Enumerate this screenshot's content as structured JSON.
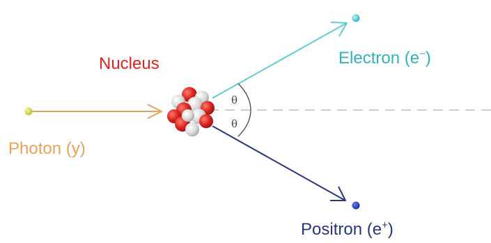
{
  "labels": {
    "nucleus": "Nucleus",
    "photon": "Photon (y)",
    "electron_prefix": "Electron (e",
    "electron_charge": "−",
    "electron_suffix": ")",
    "positron_prefix": "Positron (e",
    "positron_charge": "+",
    "positron_suffix": ")",
    "angle_upper": "θ",
    "angle_lower": "θ"
  },
  "colors": {
    "nucleus_label": "#e0231c",
    "photon": "#e8a25a",
    "photon_dot": "#c8cc1e",
    "electron": "#5ecfcf",
    "electron_dot": "#25c0c8",
    "positron": "#2a3580",
    "positron_dot": "#1c2fa8",
    "dashed_line": "#bdbdbd",
    "angle_arc": "#444444",
    "proton": "#d8251e",
    "neutron": "#d8d8d8"
  }
}
